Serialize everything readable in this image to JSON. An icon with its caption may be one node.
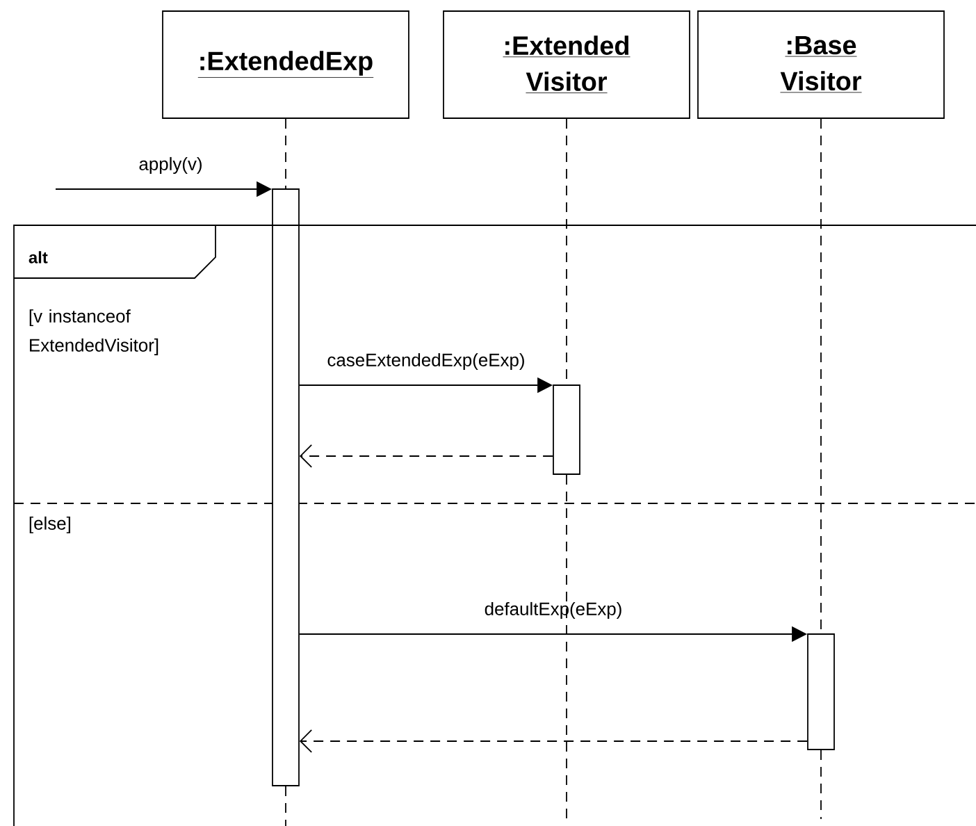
{
  "diagram": {
    "nodes": [
      {
        "text": [
          ":ExtendedExp"
        ]
      },
      {
        "text": [
          ":Extended Visitor"
        ]
      },
      {
        "text": [
          ":Base Visitor"
        ]
      },
      {
        "text": [],
        "shape": "bar"
      },
      {
        "text": [
          "alt",
          "[v instanceof ExtendedVisitor]",
          "[else]"
        ]
      },
      {
        "text": [],
        "shape": "bar",
        "in": 4
      },
      {
        "text": [],
        "shape": "bar",
        "in": 4
      }
    ],
    "edges": [
      {
        "from": 0,
        "to": 3,
        "arrow": "none",
        "style": "dashed"
      },
      {
        "from": 1,
        "to": 5,
        "arrow": "none",
        "style": "dashed"
      },
      {
        "from": 2,
        "to": 6,
        "arrow": "none",
        "style": "dashed"
      },
      {
        "from": null,
        "to": 3,
        "arrow": "to",
        "label": "apply(v)"
      },
      {
        "from": 3,
        "to": 5,
        "arrow": "to",
        "label": "caseExtendedExp(eExp)"
      },
      {
        "from": 5,
        "to": 3,
        "arrow": "to",
        "style": "dashed"
      },
      {
        "from": 3,
        "to": 6,
        "arrow": "to",
        "label": "defaultExp(eExp)"
      },
      {
        "from": 6,
        "to": 3,
        "arrow": "to",
        "style": "dashed"
      },
      {
        "from": 3,
        "to": 4,
        "arrow": "none",
        "style": "dashed"
      },
      {
        "from": 5,
        "to": null,
        "arrow": "none",
        "style": "dashed"
      },
      {
        "from": 6,
        "to": null,
        "arrow": "none",
        "style": "dashed"
      }
    ]
  }
}
